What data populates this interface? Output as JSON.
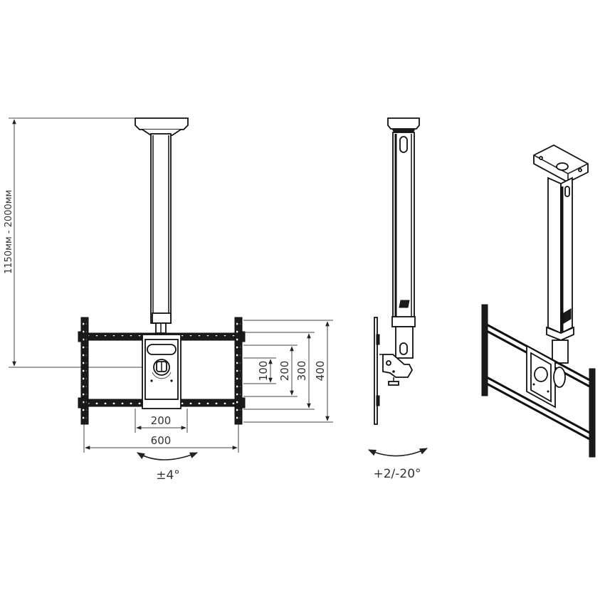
{
  "diagram": {
    "subject": "Ceiling TV mount technical drawing",
    "views": {
      "front": {
        "height_range_label": "1150мм - 2000мм",
        "horizontal_dims": [
          {
            "id": "vesa_inner",
            "label": "200"
          },
          {
            "id": "vesa_outer",
            "label": "600"
          }
        ],
        "vertical_dims": [
          {
            "id": "v100",
            "label": "100"
          },
          {
            "id": "v200",
            "label": "200"
          },
          {
            "id": "v300",
            "label": "300"
          },
          {
            "id": "v400",
            "label": "400"
          }
        ],
        "swivel_label": "±4°"
      },
      "side": {
        "tilt_label": "+2/-20°"
      },
      "isometric": {
        "label": ""
      }
    },
    "colors": {
      "line": "#111111",
      "dim_line": "#444444",
      "text": "#333333",
      "background": "#ffffff"
    }
  }
}
